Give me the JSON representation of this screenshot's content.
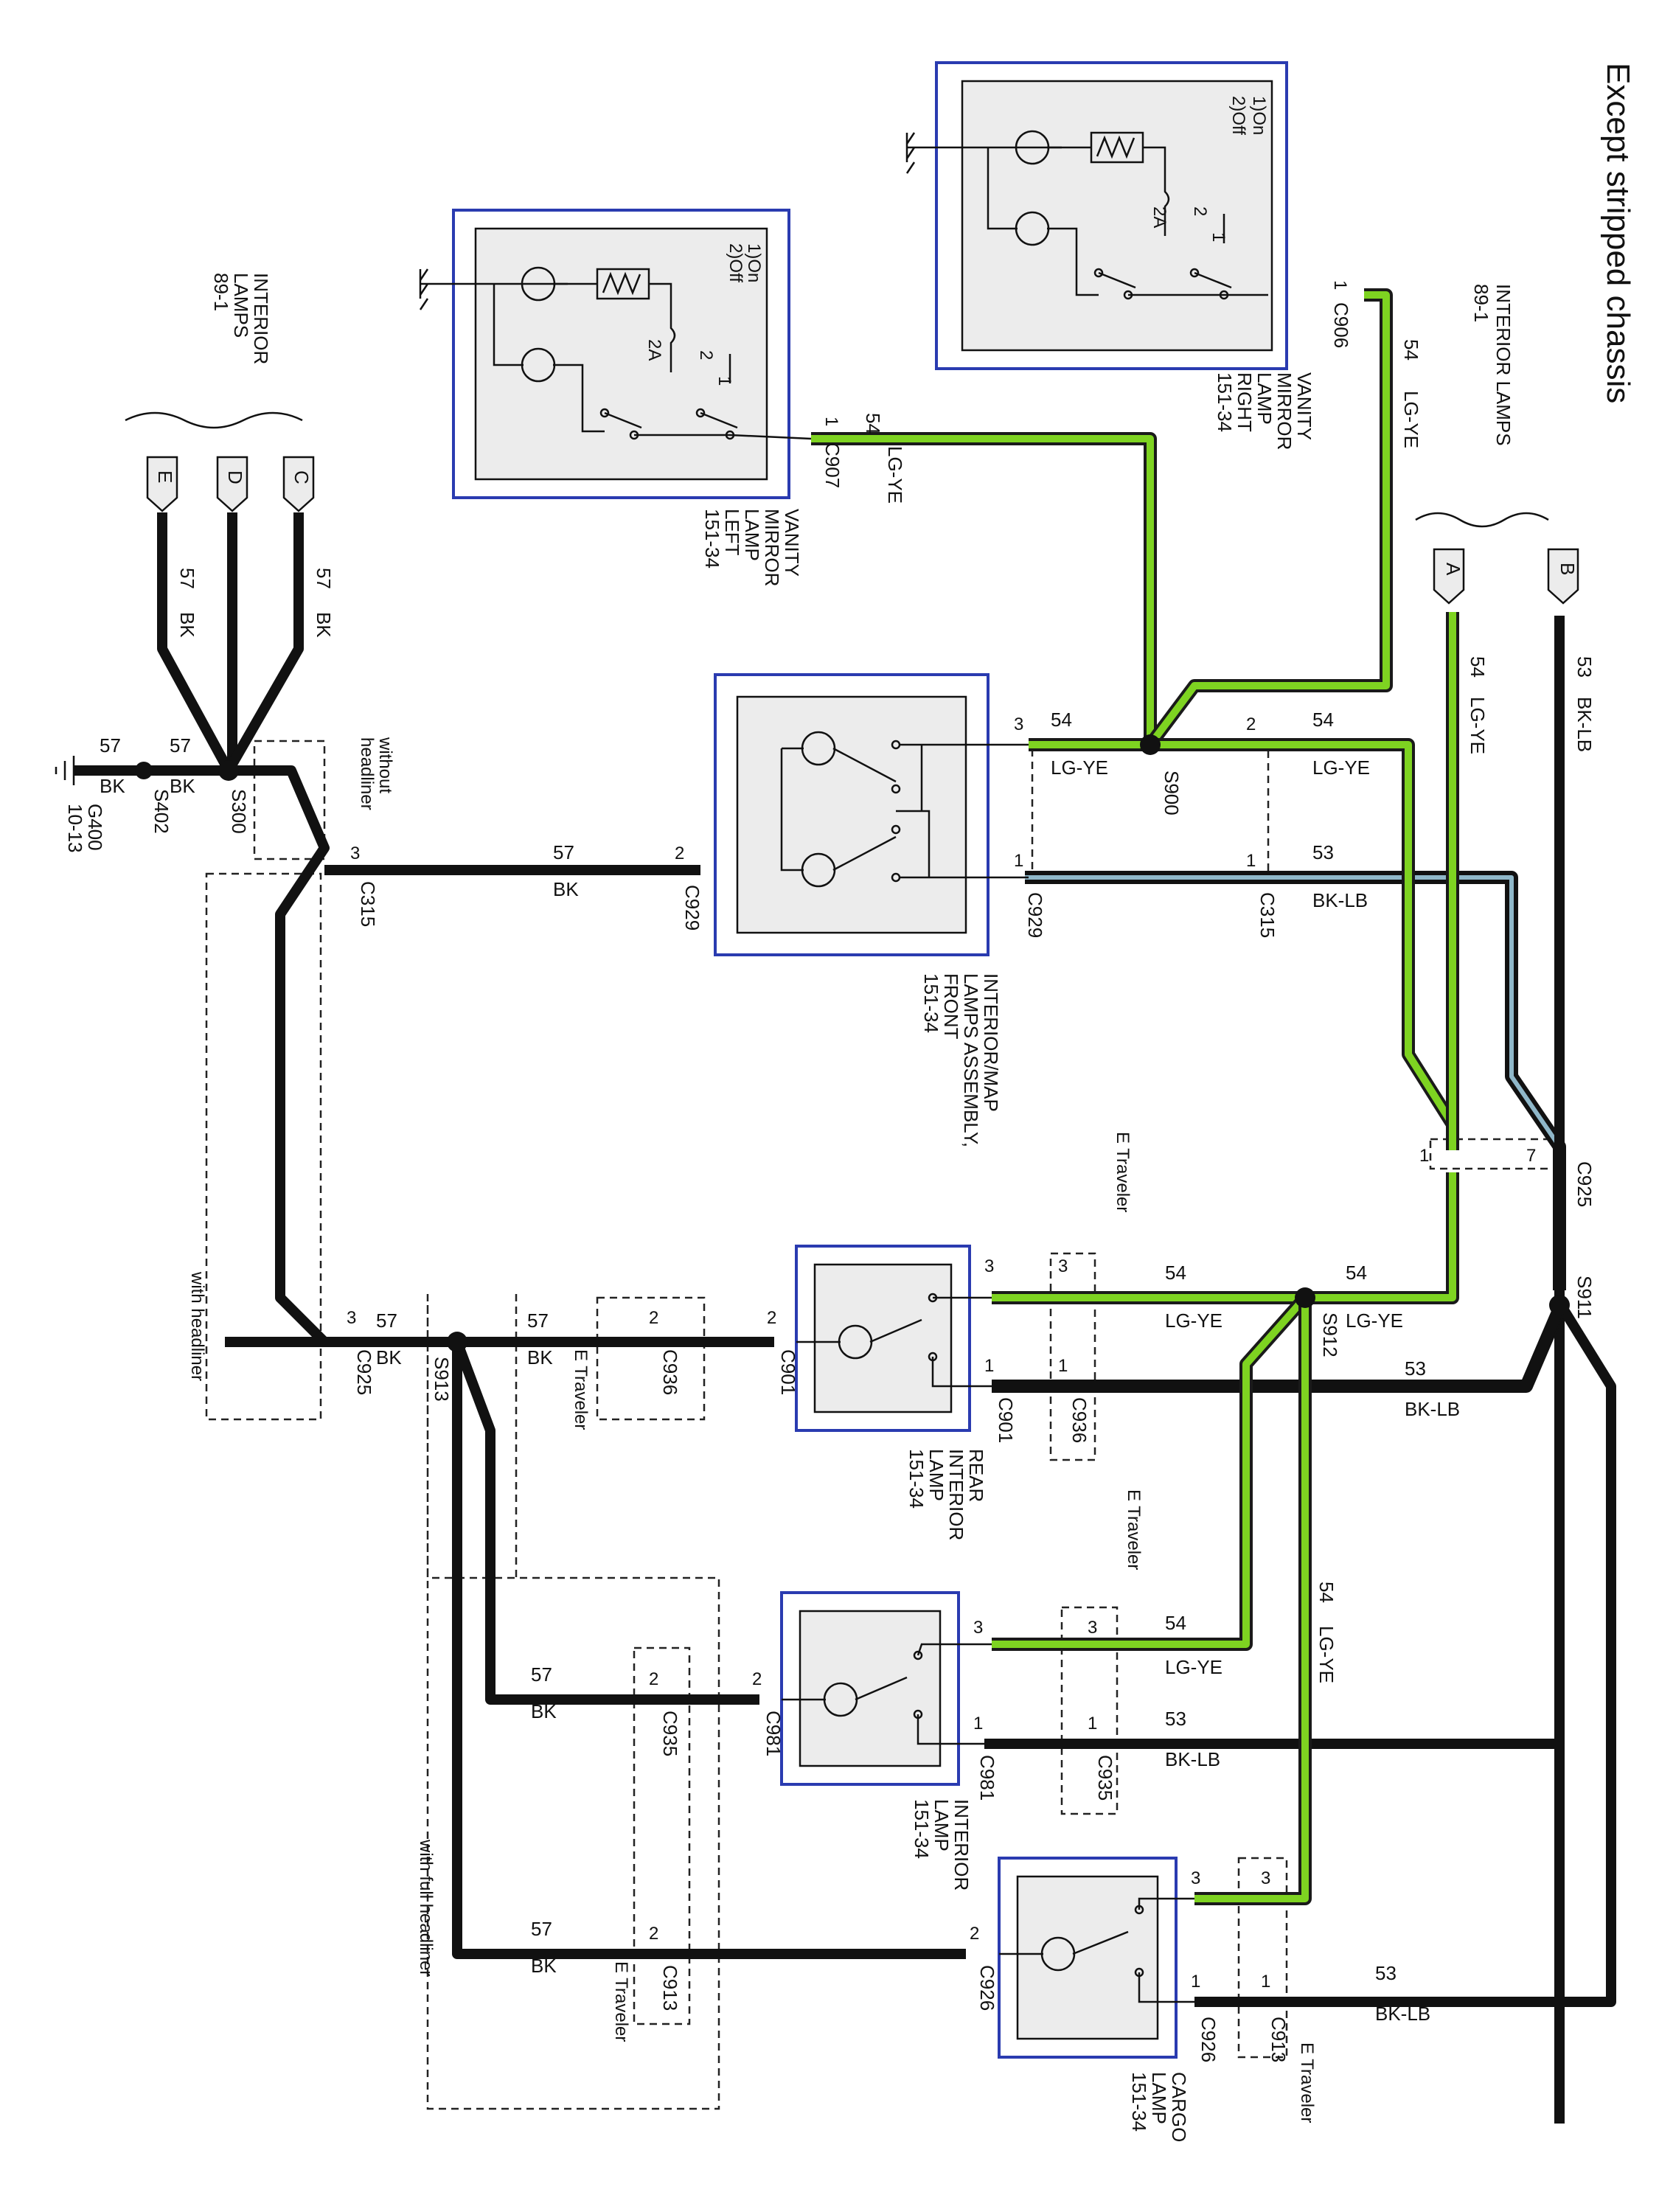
{
  "title": "Except stripped chassis",
  "references": {
    "top_right": [
      "INTERIOR LAMPS",
      "89-1"
    ],
    "left": [
      "INTERIOR",
      "LAMPS",
      "89-1"
    ]
  },
  "connectors_inline": {
    "A": "A",
    "B": "B",
    "C": "C",
    "D": "D",
    "E": "E"
  },
  "components": {
    "vanity_right": [
      "VANITY",
      "MIRROR",
      "LAMP",
      "RIGHT",
      "151-34"
    ],
    "vanity_left": [
      "VANITY",
      "MIRROR",
      "LAMP",
      "LEFT",
      "151-34"
    ],
    "front_assembly": [
      "INTERIOR/MAP",
      "LAMPS ASSEMBLY,",
      "FRONT",
      "151-34"
    ],
    "rear_interior": [
      "REAR",
      "INTERIOR",
      "LAMP",
      "151-34"
    ],
    "interior_lamp": [
      "INTERIOR",
      "LAMP",
      "151-34"
    ],
    "cargo_lamp": [
      "CARGO",
      "LAMP",
      "151-34"
    ]
  },
  "switch_legend": [
    "1)On",
    "2)Off"
  ],
  "fuse_label": "2A",
  "switch_pos": [
    "2",
    "1"
  ],
  "wires": {
    "c54": "54",
    "lgye": "LG-YE",
    "c53": "53",
    "bklb": "BK-LB",
    "c57": "57",
    "bk": "BK"
  },
  "pins": {
    "p1": "1",
    "p2": "2",
    "p3": "3",
    "p7": "7"
  },
  "connectors": {
    "C906": "C906",
    "C907": "C907",
    "C929": "C929",
    "C315": "C315",
    "C925": "C925",
    "C901": "C901",
    "C936": "C936",
    "C981": "C981",
    "C935": "C935",
    "C926": "C926",
    "C913": "C913"
  },
  "splices": {
    "S900": "S900",
    "S912": "S912",
    "S911": "S911",
    "S913": "S913",
    "S300": "S300",
    "S402": "S402"
  },
  "ground": [
    "G400",
    "10-13"
  ],
  "notes": {
    "without_headliner": [
      "without",
      "headliner"
    ],
    "with_headliner": "with headliner",
    "with_full_headliner": "with full headliner",
    "e_traveler": "E Traveler"
  }
}
